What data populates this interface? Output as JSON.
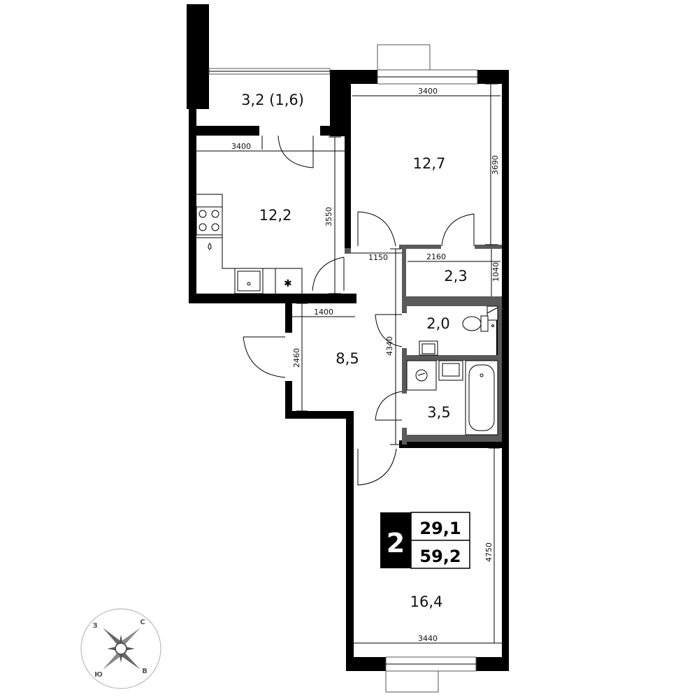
{
  "rooms": {
    "balcony": "3,2 (1,6)",
    "kitchen": "12,2",
    "bedroom_top": "12,7",
    "storage": "2,3",
    "hall": "8,5",
    "wc": "2,0",
    "bath": "3,5",
    "living": "16,4"
  },
  "dimensions": {
    "kitchen_width": "3400",
    "kitchen_depth": "3550",
    "bedroom_width": "3400",
    "bedroom_depth": "3690",
    "corridor_width": "1150",
    "storage_width": "2160",
    "storage_depth": "1040",
    "hall_width": "1400",
    "hall_depth": "2460",
    "corridor_length": "4340",
    "living_depth": "4750",
    "living_width": "3440"
  },
  "badge": {
    "rooms_count": "2",
    "living_area": "29,1",
    "total_area": "59,2"
  },
  "compass": {
    "west": "З",
    "north": "С",
    "south": "Ю",
    "east": "В"
  }
}
